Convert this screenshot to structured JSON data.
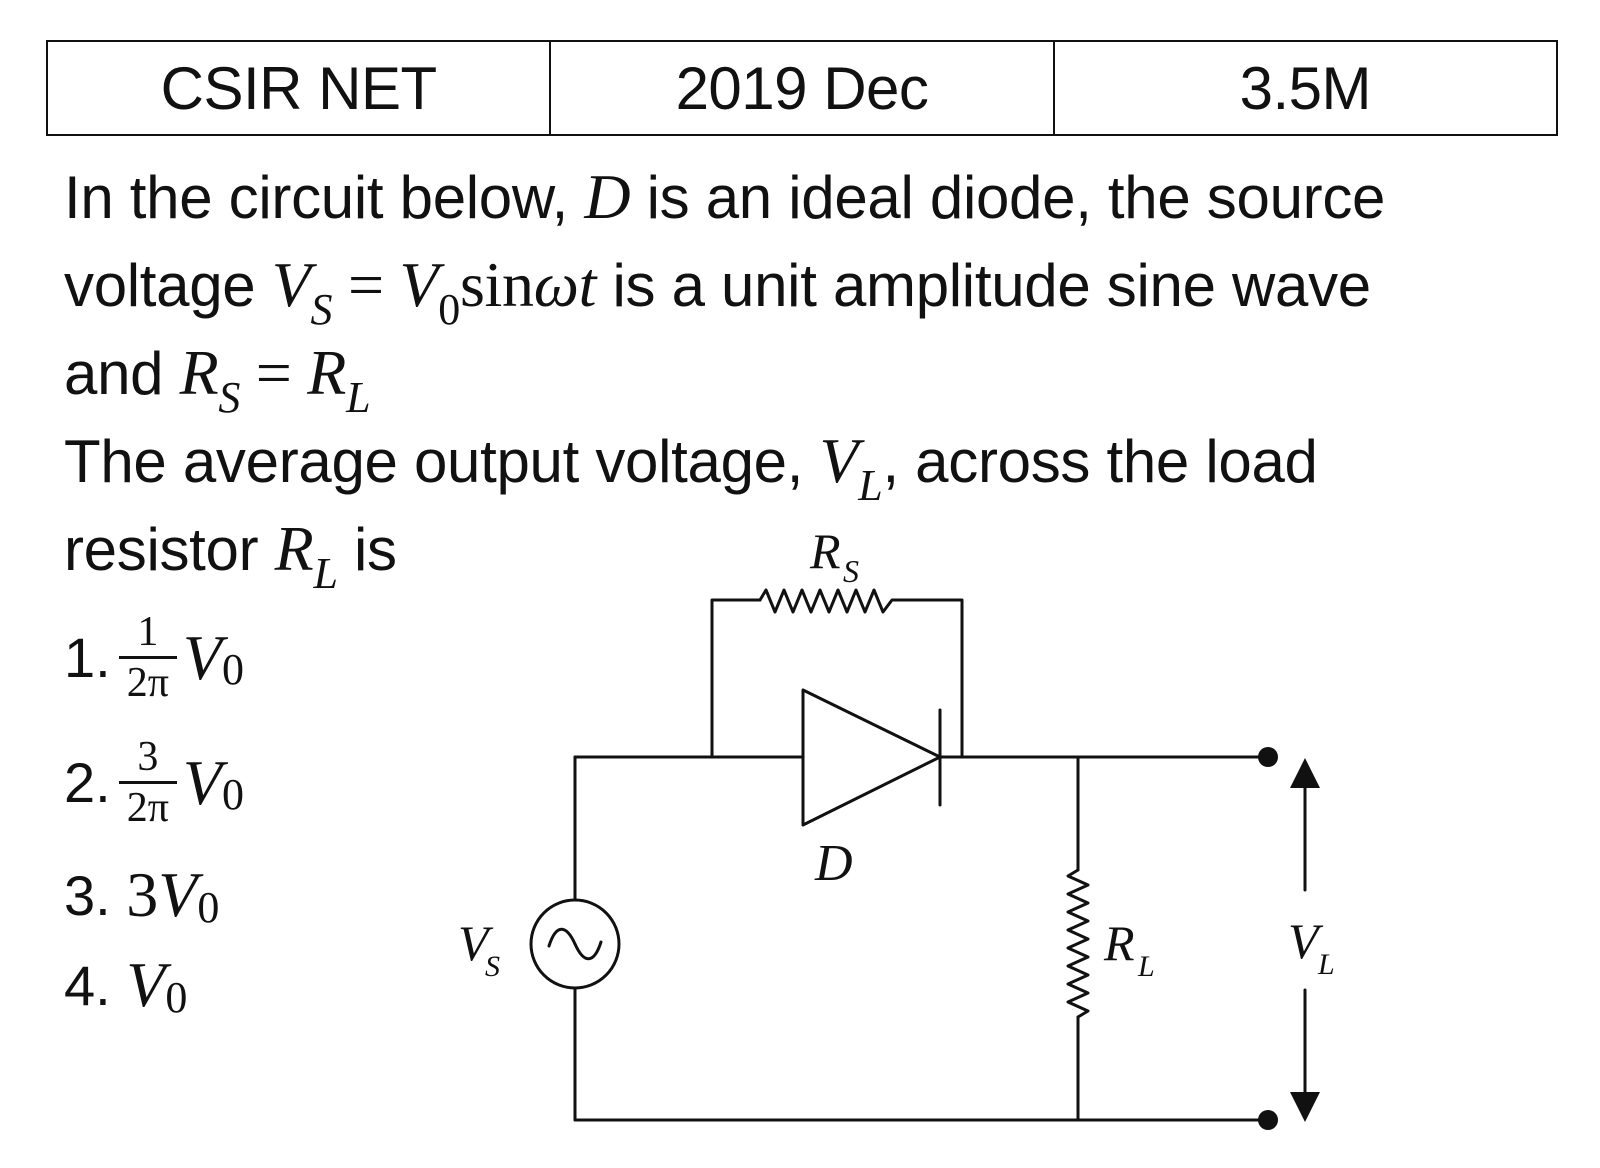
{
  "header": {
    "exam": "CSIR NET",
    "session": "2019 Dec",
    "marks": "3.5M"
  },
  "question": {
    "line1_a": "In the circuit below, ",
    "line1_d": "D",
    "line1_b": " is an ideal diode, the source",
    "line2_a": "voltage ",
    "line2_vs": "V",
    "line2_vs_sub": "S",
    "line2_eq": " = ",
    "line2_v0": "V",
    "line2_v0_sub": "0",
    "line2_sin": "sin",
    "line2_wt": "ωt",
    "line2_b": " is a unit amplitude sine wave",
    "line3_a": "and ",
    "line3_rs": "R",
    "line3_rs_sub": "S",
    "line3_eq": " = ",
    "line3_rl": "R",
    "line3_rl_sub": "L",
    "line4_a": "The average output voltage, ",
    "line4_vl": "V",
    "line4_vl_sub": "L",
    "line4_b": ", across the load",
    "line5_a": "resistor ",
    "line5_rl": "R",
    "line5_rl_sub": "L",
    "line5_b": " is"
  },
  "options": [
    {
      "num": "1.",
      "frac_num": "1",
      "frac_den": "2π",
      "var": "V",
      "var_sub": "0"
    },
    {
      "num": "2.",
      "frac_num": "3",
      "frac_den": "2π",
      "var": "V",
      "var_sub": "0"
    },
    {
      "num": "3.",
      "coef": "3",
      "var": "V",
      "var_sub": "0"
    },
    {
      "num": "4.",
      "var": "V",
      "var_sub": "0"
    }
  ],
  "circuit": {
    "rs_label": "R",
    "rs_sub": "S",
    "diode_label": "D",
    "source_label": "V",
    "source_sub": "S",
    "rl_label": "R",
    "rl_sub": "L",
    "vl_label": "V",
    "vl_sub": "L"
  }
}
